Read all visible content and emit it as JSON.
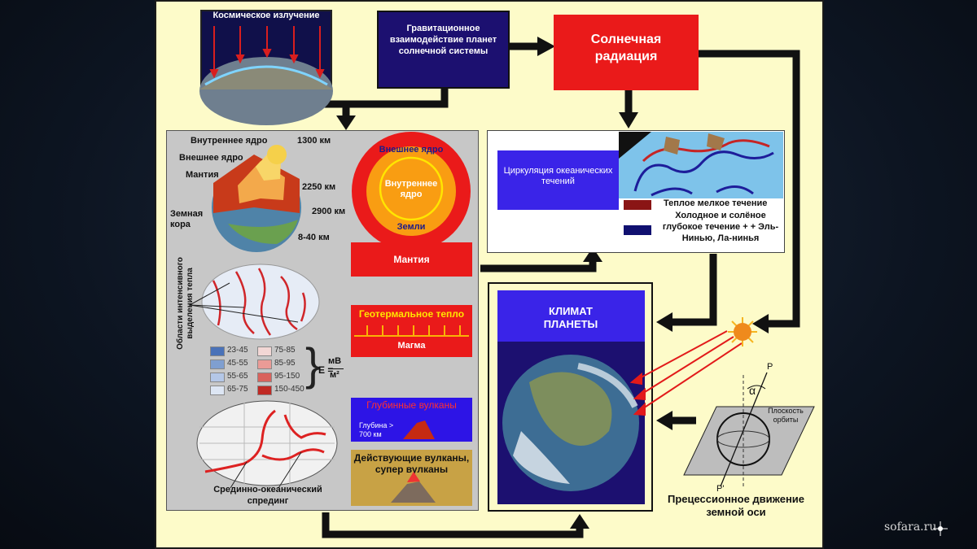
{
  "cosmic_title": "Космическое излучение",
  "gravity_text": "Гравитационное взаимодействие планет солнечной системы",
  "solar_text": "Солнечная радиация",
  "core_labels": {
    "inner_core": "Внутреннее ядро",
    "outer_core": "Внешнее ядро",
    "mantle": "Мантия",
    "crust": "Земная кора",
    "d1300": "1300 км",
    "d2250": "2250 км",
    "d2900": "2900 км",
    "d840": "8-40 км"
  },
  "heat_axis_label": "Области интенсивного выделения тепла",
  "heat_legend": [
    "23-45",
    "45-55",
    "55-65",
    "65-75",
    "75-85",
    "85-95",
    "95-150",
    "150-450"
  ],
  "heat_legend_colors": [
    "#4a72b8",
    "#7f9fd0",
    "#b4c7e7",
    "#dde6f4",
    "#f2d7d5",
    "#ea9b96",
    "#d9625c",
    "#c02a24"
  ],
  "formula_e": "E =",
  "formula_num": "мВ",
  "formula_den": "м²",
  "ridge_label": "Срединно-океанический спрединг",
  "earth_section": {
    "outer_core": "Внешнее ядро",
    "inner_core": "Внутреннее ядро",
    "earth": "Земли"
  },
  "mantle_box": "Мантия",
  "geothermal_title": "Геотермальное тепло",
  "magma": "Магма",
  "deep_volcanoes": "Глубинные вулканы",
  "depth_label": "Глубина > 700 км",
  "active_volcanoes": "Действующие вулканы, супер вулканы",
  "ocean_title": "Циркуляция океанических течений",
  "ocean_legend": {
    "warm": "Теплое мелкое течение",
    "cold": "Холодное и солёное глубокое течение + + Эль-Нинью, Ла-нинья"
  },
  "climate_title": "КЛИМАТ ПЛАНЕТЫ",
  "orbit_plane": "Плоскость орбиты",
  "axis_p": "P",
  "axis_p2": "P'",
  "alpha": "α",
  "precession": "Прецессионное движение земной оси",
  "watermark": "sofara.ru",
  "colors": {
    "panel_bg": "#fdfbc9",
    "navy": "#1c1070",
    "red": "#ea1a1a",
    "blue_box": "#2d14e6",
    "climate_blue": "#3a24e8",
    "grey": "#c7c7c7"
  }
}
